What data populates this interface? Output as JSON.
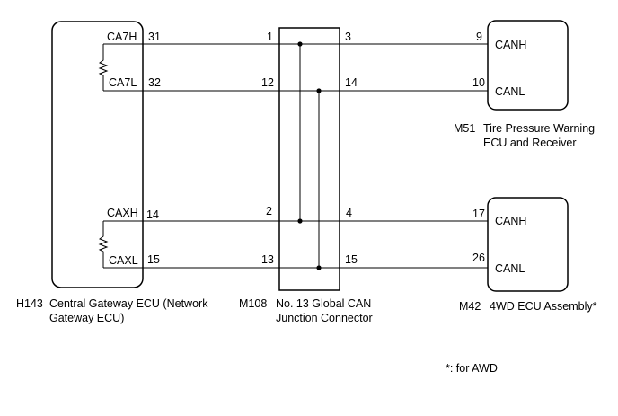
{
  "components": {
    "gateway": {
      "code": "H143",
      "name_line1": "Central Gateway ECU (Network",
      "name_line2": "Gateway ECU)",
      "pins": [
        {
          "signal": "CA7H",
          "pin": "31"
        },
        {
          "signal": "CA7L",
          "pin": "32"
        },
        {
          "signal": "CAXH",
          "pin": "14"
        },
        {
          "signal": "CAXL",
          "pin": "15"
        }
      ]
    },
    "junction": {
      "code": "M108",
      "name_line1": "No. 13 Global CAN",
      "name_line2": "Junction Connector",
      "left_pins": [
        "1",
        "12",
        "2",
        "13"
      ],
      "right_pins": [
        "3",
        "14",
        "4",
        "15"
      ]
    },
    "tpms": {
      "code": "M51",
      "name_line1": "Tire Pressure Warning",
      "name_line2": "ECU and Receiver",
      "pins": [
        {
          "signal": "CANH",
          "pin": "9"
        },
        {
          "signal": "CANL",
          "pin": "10"
        }
      ]
    },
    "awd": {
      "code": "M42",
      "name": "4WD ECU Assembly*",
      "pins": [
        {
          "signal": "CANH",
          "pin": "17"
        },
        {
          "signal": "CANL",
          "pin": "26"
        }
      ]
    }
  },
  "footnote": "*: for AWD"
}
